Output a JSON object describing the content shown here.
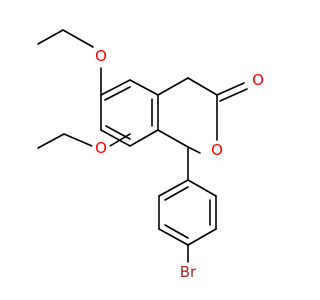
{
  "molecule": {
    "atoms": [
      {
        "id": "O_top",
        "label": "O",
        "color": "#ff0000"
      },
      {
        "id": "O_mid",
        "label": "O",
        "color": "#ff0000"
      },
      {
        "id": "O_ring",
        "label": "O",
        "color": "#ff0000"
      },
      {
        "id": "O_carbonyl",
        "label": "O",
        "color": "#ff0000"
      },
      {
        "id": "Br",
        "label": "Br",
        "color": "#a52a2a"
      }
    ]
  }
}
